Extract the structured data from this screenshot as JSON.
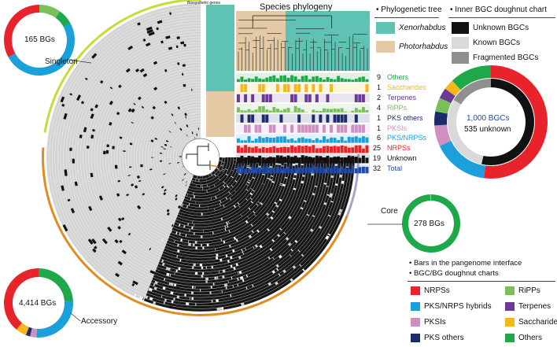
{
  "colors": {
    "nrps": "#e8232b",
    "pks_nrps": "#1ba0dc",
    "pksi": "#cf8fc3",
    "pks_others": "#1b2b6c",
    "ripps": "#7ac05a",
    "terpenes": "#6a3a96",
    "saccharides": "#f4b81d",
    "others": "#1ea84a",
    "total": "#1f4aa8",
    "unknown": "#111111",
    "xenorhabdus": "#5fc3b4",
    "photorhabdus": "#e3c9a4",
    "singleton_arc": "#c9d93a",
    "accessory_arc": "#e08c20",
    "core_arc": "#a7a6c9"
  },
  "tree_title": "Species phylogeny",
  "ring_header": "Biosynthetic genes",
  "legend_tree": {
    "title": "Phylogenetic tree",
    "items": [
      {
        "label": "Xenorhabdus",
        "color_key": "xenorhabdus"
      },
      {
        "label": "Photorhabdus",
        "color_key": "photorhabdus"
      }
    ]
  },
  "legend_inner": {
    "title": "Inner BGC doughnut chart",
    "items": [
      {
        "label": "Unknown BGCs",
        "color": "#111111"
      },
      {
        "label": "Known BGCs",
        "color": "#d9d9d9"
      },
      {
        "label": "Fragmented BGCs",
        "color": "#8f8f8f"
      }
    ]
  },
  "bar_tracks": [
    {
      "label": "Others",
      "max": "9",
      "color_key": "others"
    },
    {
      "label": "Saccharides",
      "max": "1",
      "color_key": "saccharides"
    },
    {
      "label": "Terpenes",
      "max": "2",
      "color_key": "terpenes"
    },
    {
      "label": "RiPPs",
      "max": "4",
      "color_key": "ripps"
    },
    {
      "label": "PKS others",
      "max": "1",
      "color_key": "pks_others"
    },
    {
      "label": "PKSIs",
      "max": "1",
      "color_key": "pksi"
    },
    {
      "label": "PKS/NRPSs",
      "max": "6",
      "color_key": "pks_nrps"
    },
    {
      "label": "NRPSs",
      "max": "25",
      "color_key": "nrps"
    },
    {
      "label": "Unknown",
      "max": "19",
      "color_key": "unknown"
    },
    {
      "label": "Total",
      "max": "32",
      "color_key": "total"
    }
  ],
  "donuts": {
    "singleton": {
      "label": "165 BGs",
      "caption": "Singleton",
      "fractions": [
        0.1,
        0.07,
        0.5,
        0.33
      ],
      "keys": [
        "ripps",
        "others",
        "pks_nrps",
        "nrps"
      ]
    },
    "core": {
      "label": "278 BGs",
      "caption": "Core",
      "fractions": [
        0.995,
        0.005
      ],
      "keys": [
        "others",
        "saccharides"
      ]
    },
    "accessory": {
      "label": "4,414 BGs",
      "caption": "Accessory",
      "fractions": [
        0.24,
        0.27,
        0.03,
        0.02,
        0.05,
        0.39
      ],
      "keys": [
        "others",
        "pks_nrps",
        "pksi",
        "pks_others",
        "saccharides",
        "nrps"
      ]
    }
  },
  "bgc_donut": {
    "line1": "1,000 BGCs",
    "line2": "535 unknown",
    "outer_fractions": [
      0.52,
      0.16,
      0.06,
      0.04,
      0.04,
      0.03,
      0.03,
      0.12
    ],
    "outer_keys": [
      "nrps",
      "pks_nrps",
      "pksi",
      "pks_others",
      "ripps",
      "terpenes",
      "saccharides",
      "others"
    ],
    "inner_fractions": [
      0.535,
      0.3,
      0.165
    ],
    "inner_colors": [
      "#111111",
      "#d9d9d9",
      "#8f8f8f"
    ]
  },
  "legend_bottom": {
    "line1": "Bars in the pangenome interface",
    "line2": "BGC/BG doughnut charts",
    "items": [
      {
        "label": "NRPSs",
        "color_key": "nrps"
      },
      {
        "label": "RiPPs",
        "color_key": "ripps"
      },
      {
        "label": "PKS/NRPS hybrids",
        "color_key": "pks_nrps"
      },
      {
        "label": "Terpenes",
        "color_key": "terpenes"
      },
      {
        "label": "PKSIs",
        "color_key": "pksi"
      },
      {
        "label": "Saccharides",
        "color_key": "saccharides"
      },
      {
        "label": "PKS others",
        "color_key": "pks_others"
      },
      {
        "label": "Others",
        "color_key": "others"
      }
    ]
  }
}
